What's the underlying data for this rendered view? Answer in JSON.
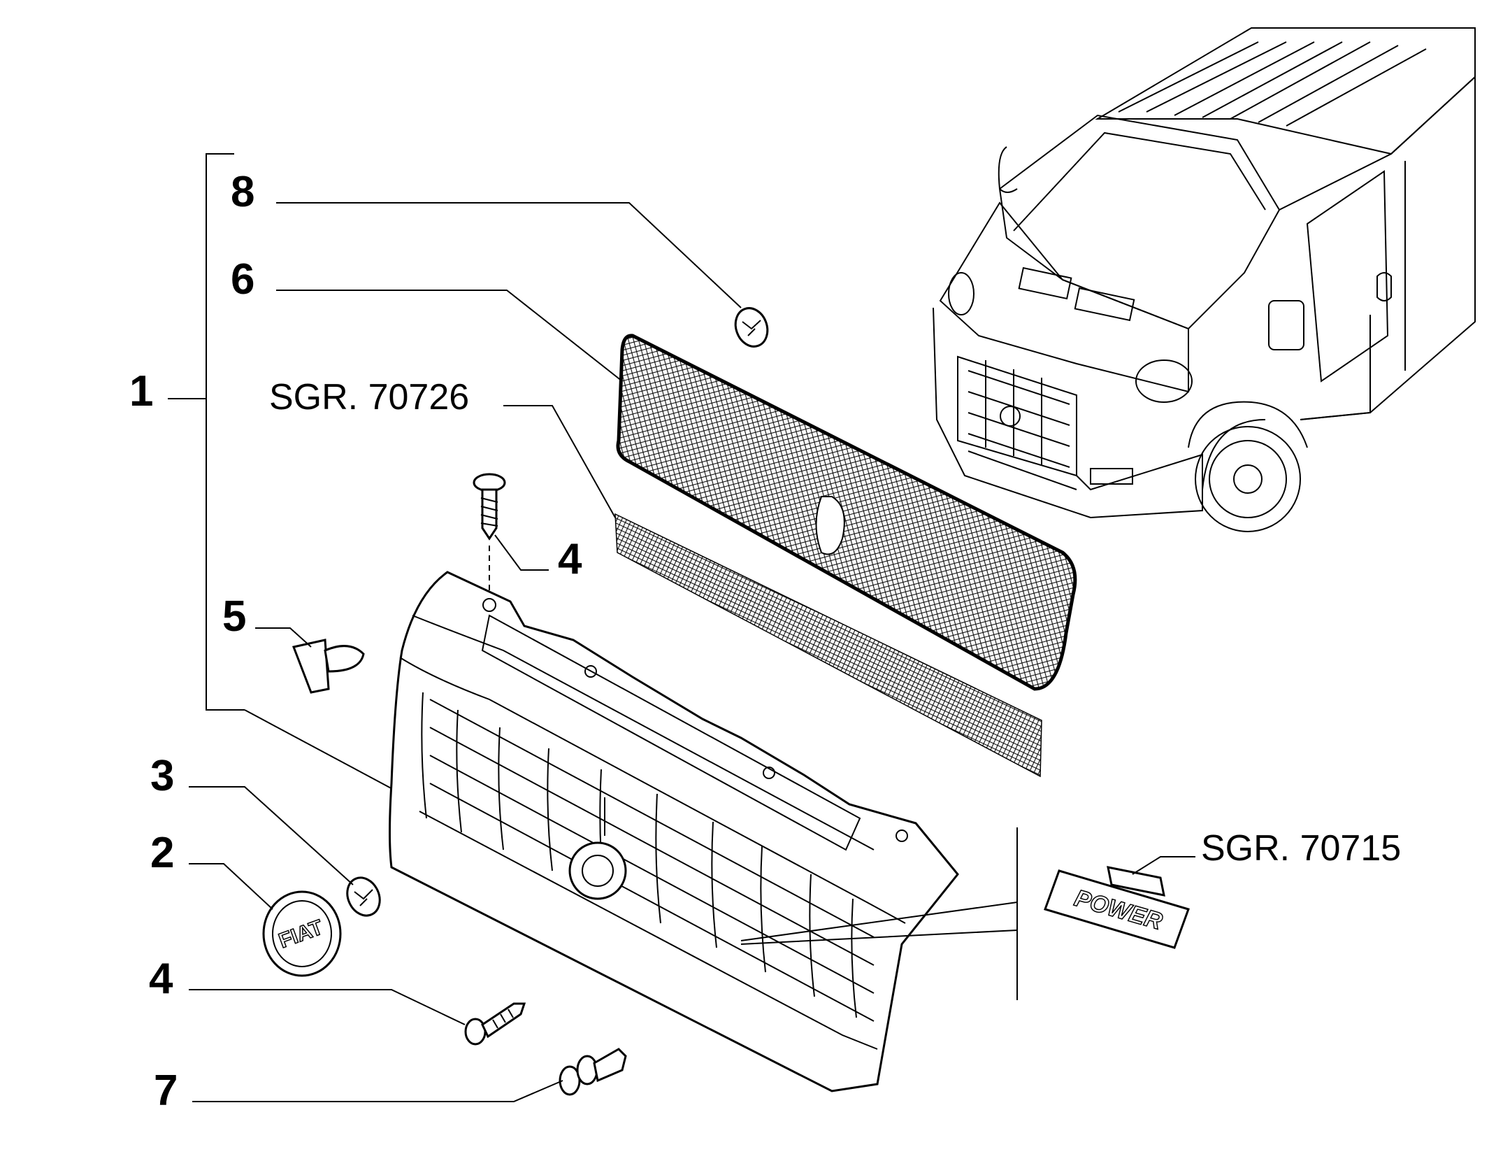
{
  "callouts": {
    "c1": "1",
    "c8": "8",
    "c6": "6",
    "sgr_70726": "SGR. 70726",
    "c4_top": "4",
    "c5": "5",
    "c3": "3",
    "c2": "2",
    "c4_bottom": "4",
    "c7": "7",
    "sgr_70715": "SGR. 70715"
  },
  "badges": {
    "emblem_text": "FIAT",
    "power_text": "POWER"
  }
}
